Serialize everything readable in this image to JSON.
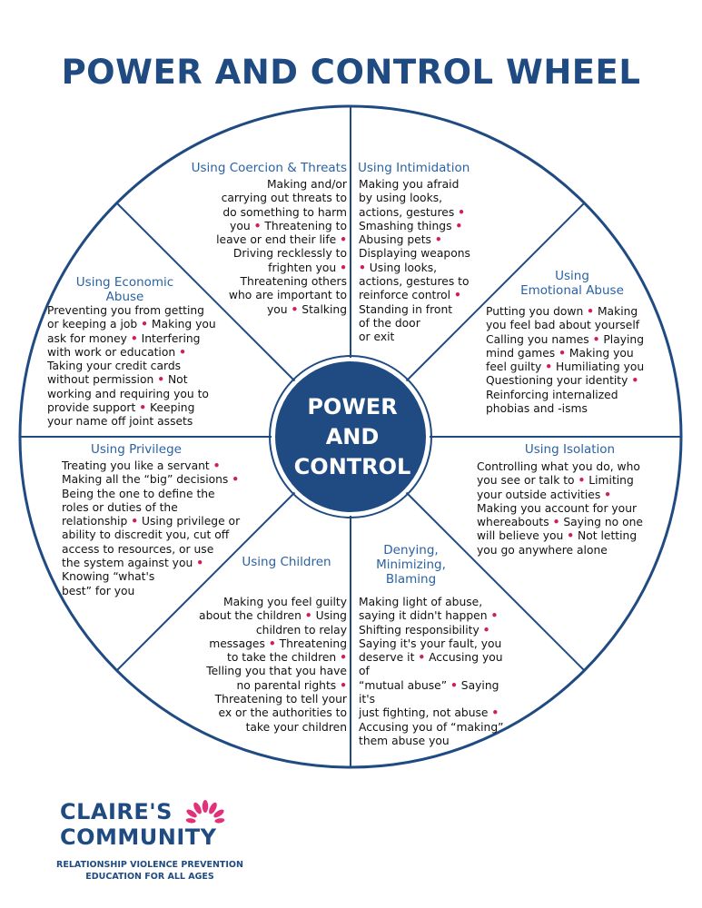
{
  "title": "POWER AND CONTROL WHEEL",
  "hub": {
    "lines": [
      "POWER",
      "AND",
      "CONTROL"
    ]
  },
  "segments": [
    {
      "id": "coercion",
      "title": [
        "Using Coercion & Threats"
      ],
      "body": [
        "Making and/or",
        "carrying out threats to",
        "do something to harm",
        "you • Threatening to",
        "leave or end their life •",
        "Driving recklessly to",
        "frighten you •",
        "Threatening others",
        "who are important to",
        "you • Stalking"
      ]
    },
    {
      "id": "intimidation",
      "title": [
        "Using Intimidation"
      ],
      "body": [
        "Making you afraid",
        "by using looks,",
        "actions, gestures •",
        "Smashing things •",
        "Abusing pets •",
        "Displaying weapons",
        "• Using looks,",
        "actions, gestures to",
        "reinforce control •",
        "Standing in front",
        "of the door",
        "or exit"
      ]
    },
    {
      "id": "emotional",
      "title": [
        "Using",
        "Emotional Abuse"
      ],
      "body": [
        "Putting you down • Making",
        "you feel bad about yourself",
        "Calling you names • Playing",
        "mind games • Making you",
        "feel guilty • Humiliating you",
        "Questioning your identity •",
        "Reinforcing internalized",
        "phobias and -isms"
      ]
    },
    {
      "id": "isolation",
      "title": [
        "Using Isolation"
      ],
      "body": [
        "Controlling what you do, who",
        "you see or talk to • Limiting",
        "your outside activities •",
        "Making you account for your",
        "whereabouts • Saying no one",
        "will believe you • Not letting",
        "you go anywhere alone"
      ]
    },
    {
      "id": "denying",
      "title": [
        "Denying,",
        "Minimizing,",
        "Blaming"
      ],
      "body": [
        "Making light of abuse,",
        "saying it didn't happen •",
        "Shifting responsibility •",
        "Saying it's your fault, you",
        "deserve it • Accusing you of",
        "“mutual abuse” • Saying it's",
        "just fighting, not abuse •",
        "Accusing you of “making”",
        "them abuse you"
      ]
    },
    {
      "id": "children",
      "title": [
        "Using Children"
      ],
      "body": [
        "Making you feel guilty",
        "about the children • Using",
        "children to relay",
        "messages • Threatening",
        "to take the children •",
        "Telling you that you have",
        "no parental rights •",
        "Threatening to tell your",
        "ex or the authorities to",
        "take your children"
      ]
    },
    {
      "id": "privilege",
      "title": [
        "Using Privilege"
      ],
      "body": [
        "Treating you like a servant •",
        "Making all the “big” decisions •",
        "Being the one to define the",
        "roles or duties of the",
        "relationship • Using privilege or",
        "ability to discredit you, cut off",
        "access to resources, or use",
        "the system against you •",
        "Knowing “what's",
        "best” for you"
      ]
    },
    {
      "id": "economic",
      "title": [
        "Using Economic",
        "Abuse"
      ],
      "body": [
        "Preventing you from getting",
        "or keeping a job • Making you",
        "ask for money • Interfering",
        "with work or education •",
        "Taking your credit cards",
        "without permission • Not",
        "working and requiring you to",
        "provide support • Keeping",
        "your name off joint assets"
      ]
    }
  ],
  "logo": {
    "name": [
      "CLAIRE'S",
      "COMMUNITY"
    ],
    "tagline": [
      "RELATIONSHIP VIOLENCE PREVENTION",
      "EDUCATION FOR ALL AGES"
    ],
    "colors": {
      "navy": "#1f4b82",
      "petal": "#e0317a"
    }
  },
  "colors": {
    "navy": "#1f4b82",
    "segment_title": "#2a62a3",
    "bullet": "#d01e5d",
    "hub_fill": "#1f4b82"
  }
}
